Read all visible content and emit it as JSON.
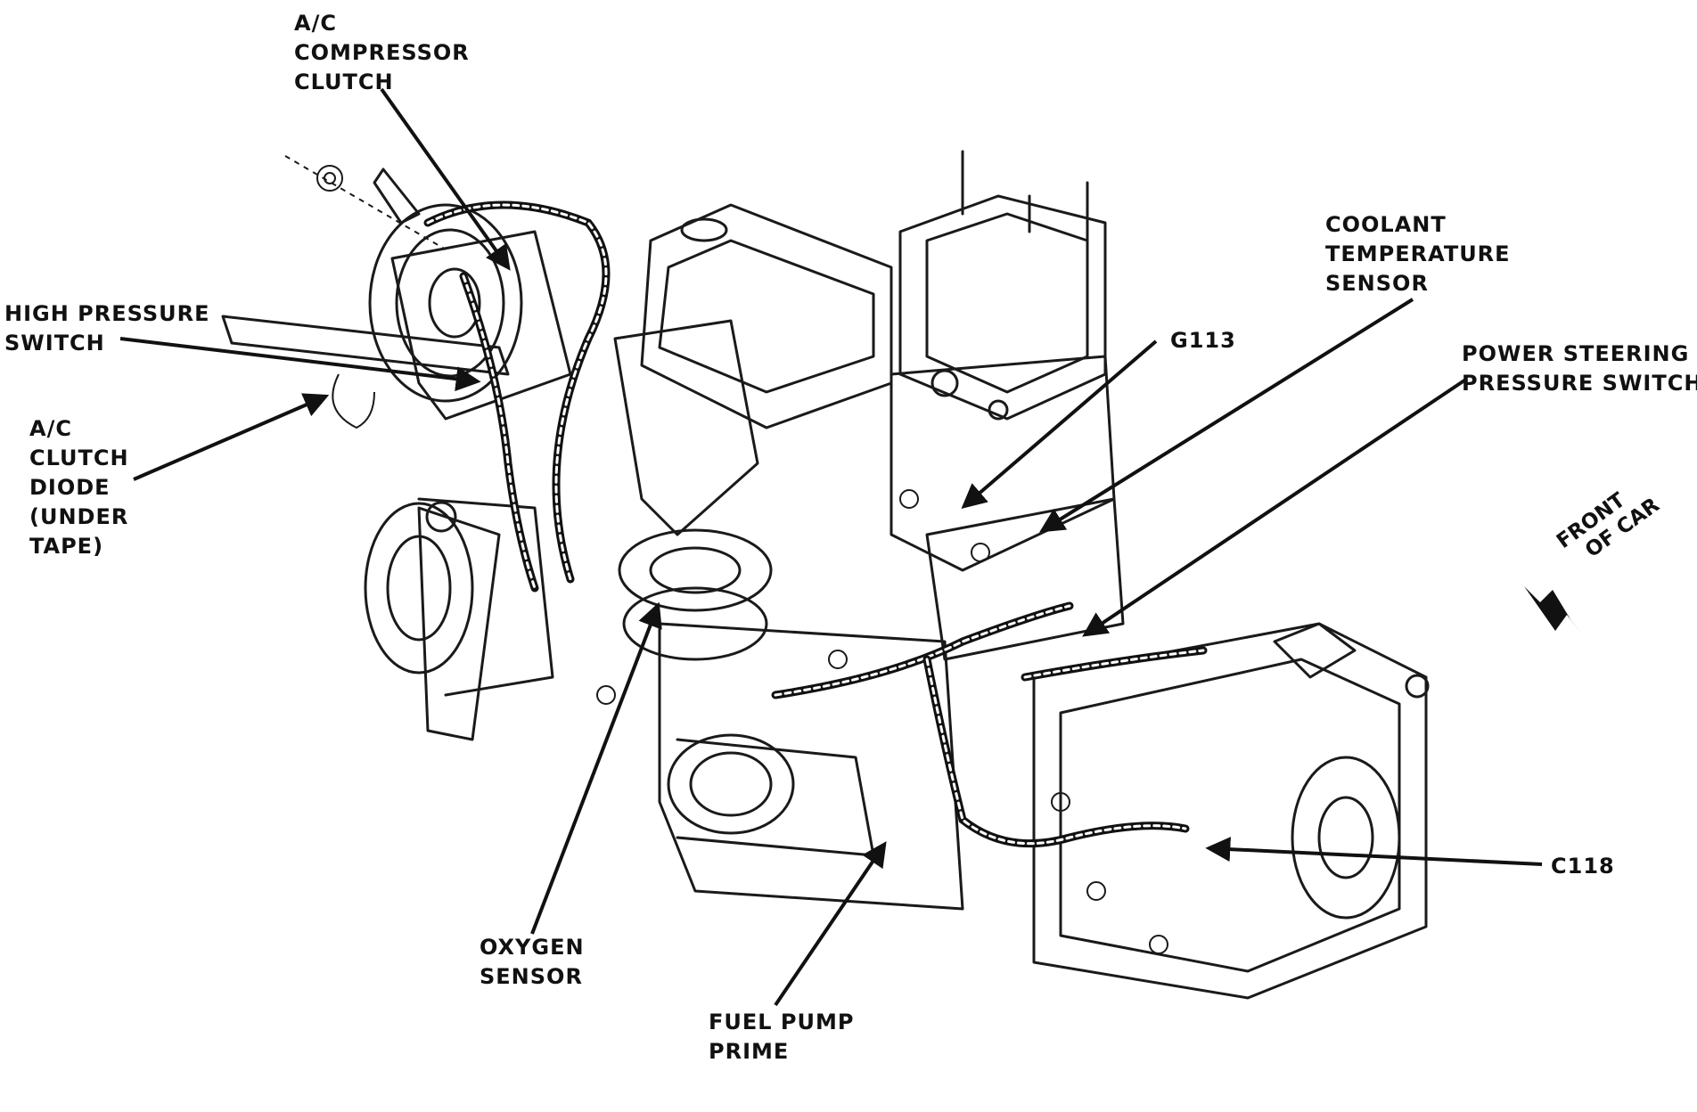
{
  "labels": {
    "ac_compressor_clutch": [
      "A/C",
      "COMPRESSOR",
      "CLUTCH"
    ],
    "high_pressure_switch": [
      "HIGH PRESSURE",
      "SWITCH"
    ],
    "ac_clutch_diode": [
      "A/C",
      "CLUTCH",
      "DIODE",
      "(UNDER",
      "TAPE)"
    ],
    "coolant_temperature_sensor": [
      "COOLANT",
      "TEMPERATURE",
      "SENSOR"
    ],
    "g113": [
      "G113"
    ],
    "power_steering_pressure_switch": [
      "POWER STEERING",
      "PRESSURE SWITCH"
    ],
    "c118": [
      "C118"
    ],
    "oxygen_sensor": [
      "OXYGEN",
      "SENSOR"
    ],
    "fuel_pump_prime": [
      "FUEL PUMP",
      "PRIME"
    ],
    "front_of_car": [
      "FRONT",
      "OF CAR"
    ]
  },
  "colors": {
    "ink": "#111111",
    "background": "#ffffff"
  }
}
